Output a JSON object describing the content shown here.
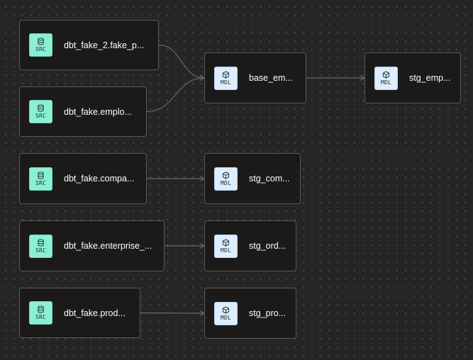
{
  "nodes": [
    {
      "id": "src1",
      "type": "source",
      "badge": "SRC",
      "label": "dbt_fake_2.fake_p...",
      "icon": "database-icon"
    },
    {
      "id": "src2",
      "type": "source",
      "badge": "SRC",
      "label": "dbt_fake.emplo...",
      "icon": "database-icon"
    },
    {
      "id": "src3",
      "type": "source",
      "badge": "SRC",
      "label": "dbt_fake.compa...",
      "icon": "database-icon"
    },
    {
      "id": "src4",
      "type": "source",
      "badge": "SRC",
      "label": "dbt_fake.enterprise_...",
      "icon": "database-icon"
    },
    {
      "id": "src5",
      "type": "source",
      "badge": "SRC",
      "label": "dbt_fake.prod...",
      "icon": "database-icon"
    },
    {
      "id": "mdl_base",
      "type": "model",
      "badge": "MDL",
      "label": "base_em...",
      "icon": "cube-icon"
    },
    {
      "id": "mdl_stg_emp",
      "type": "model",
      "badge": "MDL",
      "label": "stg_emp...",
      "icon": "cube-icon"
    },
    {
      "id": "mdl_stg_com",
      "type": "model",
      "badge": "MDL",
      "label": "stg_com...",
      "icon": "cube-icon"
    },
    {
      "id": "mdl_stg_ord",
      "type": "model",
      "badge": "MDL",
      "label": "stg_ord...",
      "icon": "cube-icon"
    },
    {
      "id": "mdl_stg_pro",
      "type": "model",
      "badge": "MDL",
      "label": "stg_pro...",
      "icon": "cube-icon"
    }
  ],
  "edges": [
    {
      "from": "src1",
      "to": "mdl_base"
    },
    {
      "from": "src2",
      "to": "mdl_base"
    },
    {
      "from": "mdl_base",
      "to": "mdl_stg_emp"
    },
    {
      "from": "src3",
      "to": "mdl_stg_com"
    },
    {
      "from": "src4",
      "to": "mdl_stg_ord"
    },
    {
      "from": "src5",
      "to": "mdl_stg_pro"
    }
  ],
  "colors": {
    "canvas": "#262524",
    "node_bg": "#1c1a19",
    "node_border": "#5a5856",
    "source_badge": "#8af0d4",
    "model_badge": "#dceeff",
    "edge": "#6a6866"
  }
}
